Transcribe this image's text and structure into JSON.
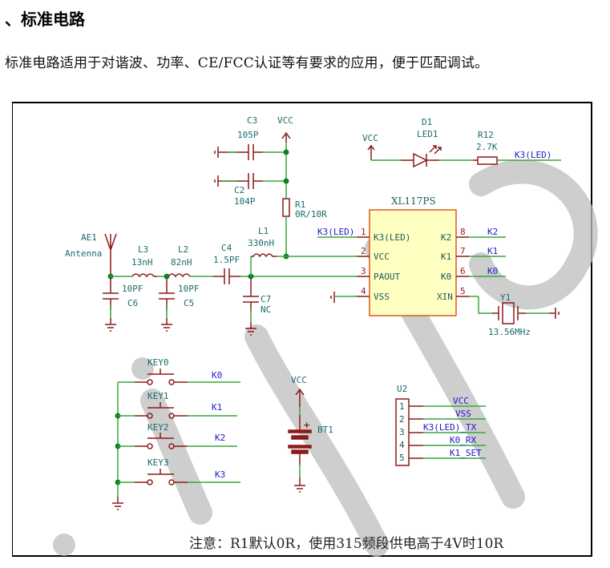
{
  "document": {
    "heading": "、标准电路",
    "intro": "标准电路适用于对谐波、功率、CE/FCC认证等有要求的应用，便于匹配调试。",
    "note": "注意：R1默认0R，使用315频段供电高于4V时10R"
  },
  "schematic": {
    "power_label": "VCC",
    "components": {
      "C3": {
        "ref": "C3",
        "value": "105P"
      },
      "C2": {
        "ref": "C2",
        "value": "104P"
      },
      "R1": {
        "ref": "R1",
        "value": "0R/10R"
      },
      "D1": {
        "ref": "D1",
        "value": "LED1"
      },
      "R12": {
        "ref": "R12",
        "value": "2.7K"
      },
      "AE1": {
        "ref": "AE1",
        "value": "Antenna"
      },
      "L3": {
        "ref": "L3",
        "value": "13nH"
      },
      "L2": {
        "ref": "L2",
        "value": "82nH"
      },
      "C4": {
        "ref": "C4",
        "value": "1.5PF"
      },
      "L1": {
        "ref": "L1",
        "value": "330nH"
      },
      "C6": {
        "ref": "C6",
        "value": "10PF"
      },
      "C5": {
        "ref": "C5",
        "value": "10PF"
      },
      "C7": {
        "ref": "C7",
        "value": "NC"
      },
      "Y1": {
        "ref": "Y1",
        "value": "13.56MHz"
      },
      "BT1": {
        "ref": "BT1",
        "polarity": "+"
      },
      "KEY0": {
        "ref": "KEY0"
      },
      "KEY1": {
        "ref": "KEY1"
      },
      "KEY2": {
        "ref": "KEY2"
      },
      "KEY3": {
        "ref": "KEY3"
      }
    },
    "ic": {
      "name": "XL117PS",
      "left_pins": [
        {
          "num": "1",
          "name": "K3(LED)",
          "net": "K3(LED)"
        },
        {
          "num": "2",
          "name": "VCC",
          "net": ""
        },
        {
          "num": "3",
          "name": "PAOUT",
          "net": ""
        },
        {
          "num": "4",
          "name": "VSS",
          "net": ""
        }
      ],
      "right_pins": [
        {
          "num": "8",
          "name": "K2",
          "net": "K2"
        },
        {
          "num": "7",
          "name": "K1",
          "net": "K1"
        },
        {
          "num": "6",
          "name": "K0",
          "net": "K0"
        },
        {
          "num": "5",
          "name": "XIN",
          "net": ""
        }
      ]
    },
    "led_net": "K3(LED)",
    "key_nets": [
      "K0",
      "K1",
      "K2",
      "K3"
    ],
    "connector": {
      "ref": "U2",
      "pins": [
        {
          "num": "1",
          "net": "VCC"
        },
        {
          "num": "2",
          "net": "VSS"
        },
        {
          "num": "3",
          "net": "K3(LED)_TX"
        },
        {
          "num": "4",
          "net": "K0_RX"
        },
        {
          "num": "5",
          "net": "K1_SET"
        }
      ]
    }
  },
  "colors": {
    "wire": "#3aa63a",
    "component": "#8b1a1a",
    "ic_fill": "#ffffc2",
    "ic_border": "#e0561b",
    "net_label": "#1a1acc",
    "ref_label": "#1a6b6b"
  }
}
